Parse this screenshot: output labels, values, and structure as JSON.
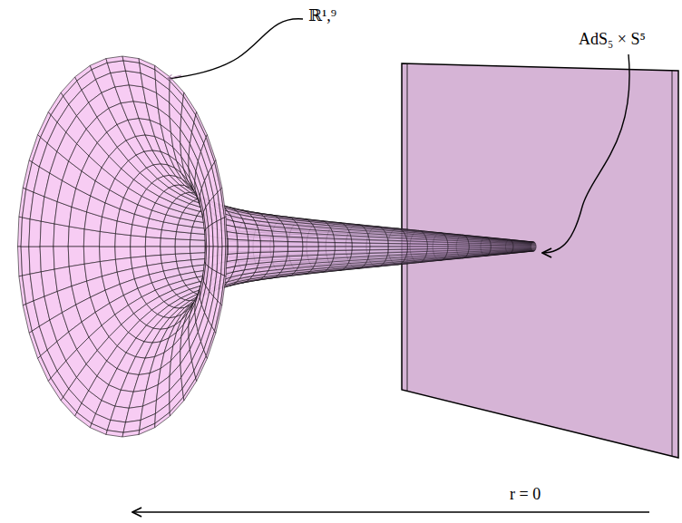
{
  "diagram": {
    "labels": [
      "ℝ¹,⁹",
      "AdS₅ × S⁵",
      "r = 0"
    ]
  }
}
